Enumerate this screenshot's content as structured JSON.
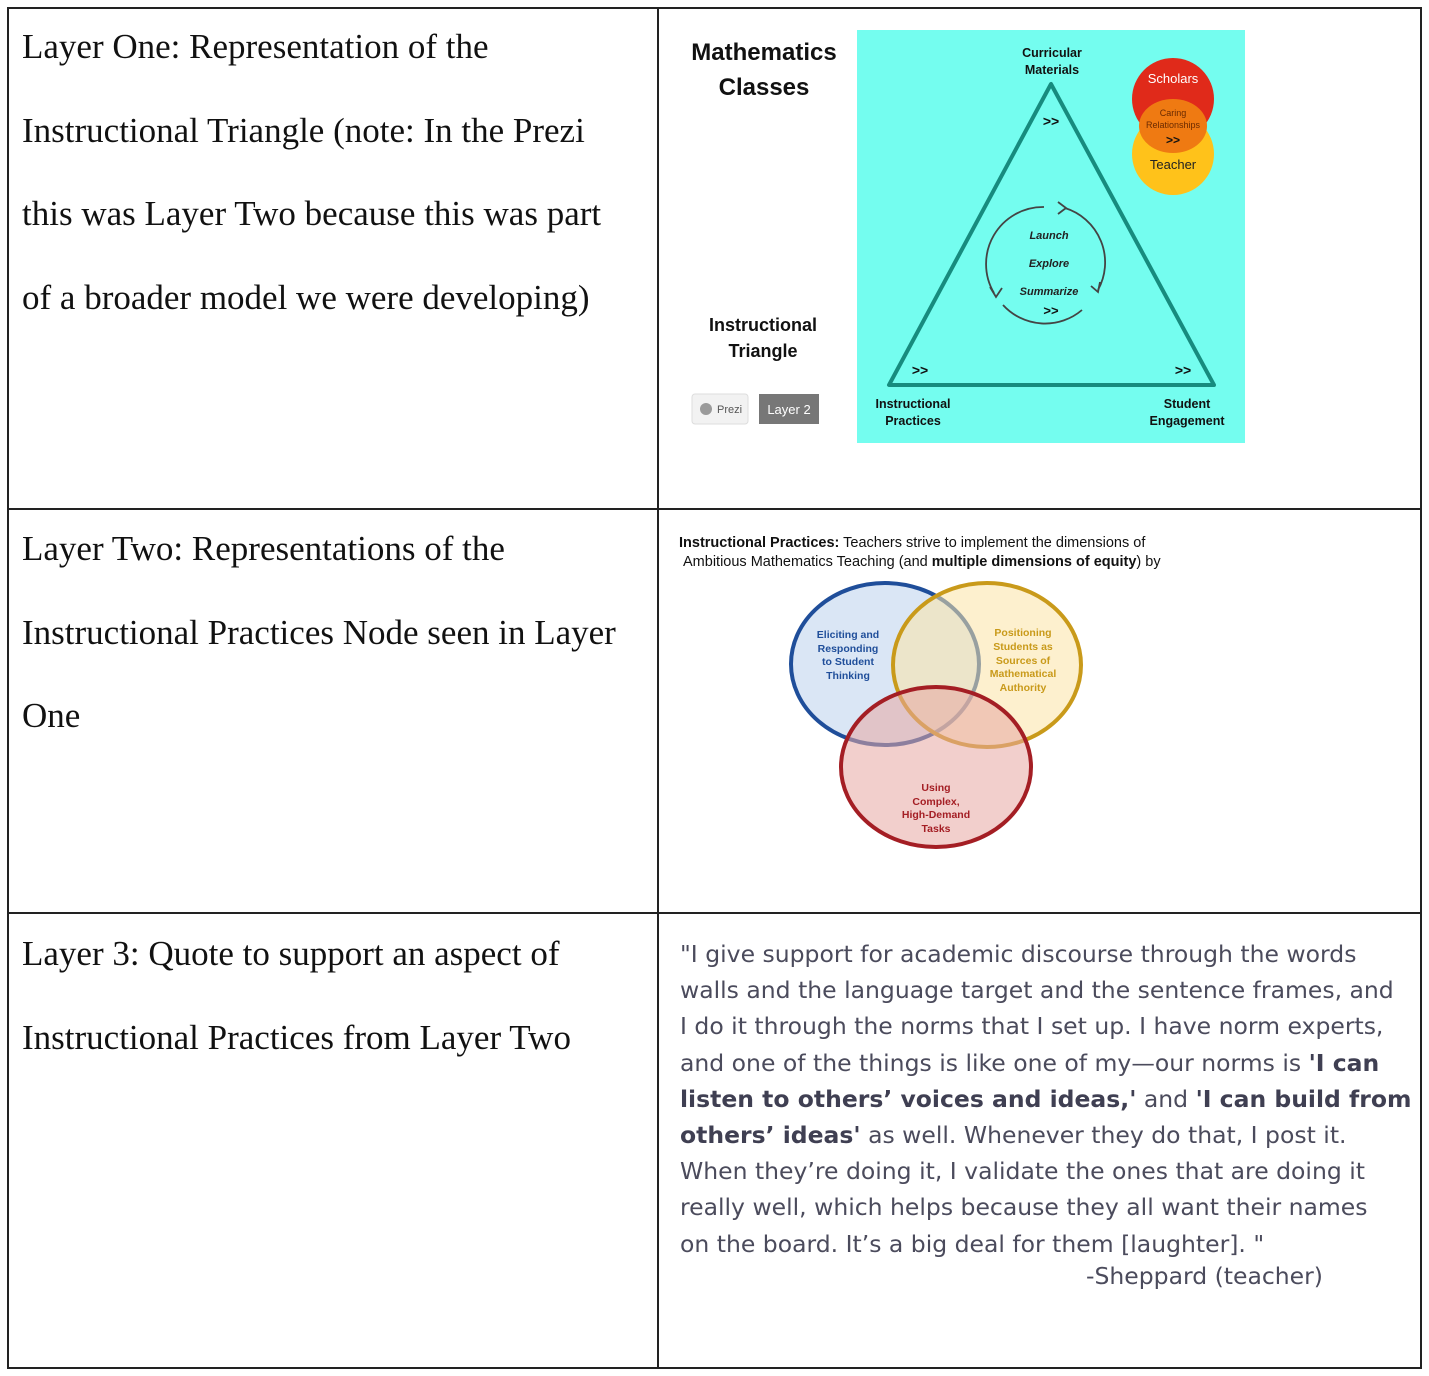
{
  "rows": [
    {
      "label": "Layer One: Representation of the Instructional Triangle (note: In the Prezi this was Layer Two because this was part of a broader model we were developing)",
      "label_lines": [
        "Layer One: Representation of the",
        "Instructional Triangle (note: In the Prezi",
        "this was Layer Two because this was part",
        "of a broader model we were developing)"
      ]
    },
    {
      "label": "Layer Two: Representations of the Instructional Practices Node seen in Layer One",
      "label_lines": [
        "Layer Two: Representations of the",
        "Instructional Practices Node seen in Layer",
        "One"
      ]
    },
    {
      "label": "Layer 3: Quote to support an aspect of Instructional Practices from Layer Two",
      "label_lines": [
        "Layer 3: Quote to support an aspect of",
        "Instructional Practices from Layer Two"
      ]
    }
  ],
  "triangle_figure": {
    "heading_line1": "Mathematics",
    "heading_line2": "Classes",
    "subheading_line1": "Instructional",
    "subheading_line2": "Triangle",
    "prezi_label": "Prezi",
    "layer_badge": "Layer 2",
    "top_vertex_line1": "Curricular",
    "top_vertex_line2": "Materials",
    "left_vertex_line1": "Instructional",
    "left_vertex_line2": "Practices",
    "right_vertex_line1": "Student",
    "right_vertex_line2": "Engagement",
    "chevrons": ">>",
    "cycle_launch": "Launch",
    "cycle_explore": "Explore",
    "cycle_summarize": "Summarize",
    "scholars": "Scholars",
    "caring_line1": "Caring",
    "caring_line2": "Relationships",
    "teacher": "Teacher",
    "background_color": "#74fdef",
    "scholars_color": "#e02a1a",
    "teacher_color": "#ffc21a"
  },
  "venn_figure": {
    "caption_bold": "Instructional Practices:",
    "caption_line1_rest": " Teachers strive to implement the dimensions of",
    "caption_line2_start": "Ambitious Mathematics Teaching (and ",
    "caption_line2_bold": "multiple dimensions of equity",
    "caption_line2_end": ") by",
    "circle1_lines": [
      "Eliciting and",
      "Responding",
      "to Student",
      "Thinking"
    ],
    "circle2_lines": [
      "Positioning",
      "Students as",
      "Sources of",
      "Mathematical",
      "Authority"
    ],
    "circle3_lines": [
      "Using",
      "Complex,",
      "High-Demand",
      "Tasks"
    ],
    "circle1_color": "#1f4e9a",
    "circle2_color": "#c99a1a",
    "circle3_color": "#a41e24"
  },
  "quote": {
    "line1": "\"I give support for academic discourse through the words",
    "line2": "walls and the language target and the sentence frames, and",
    "line3": "I do it through the norms that I set up. I have norm experts,",
    "line4_start": "and one of the things is like one of my—our norms is ",
    "line4_bold": "'I can",
    "line5_bold": "listen to others’ voices and ideas,'",
    "line5_mid": " and ",
    "line5_bold2": "'I can build from",
    "line6_bold": "others’ ideas'",
    "line6_end": " as well. Whenever they do that, I post it.",
    "line7": "When they’re doing it, I validate the ones that are doing it",
    "line8": "really well, which helps because they all want their names",
    "line9": "on the board. It’s a big deal for them [laughter]. \"",
    "attribution": "-Sheppard (teacher)"
  }
}
